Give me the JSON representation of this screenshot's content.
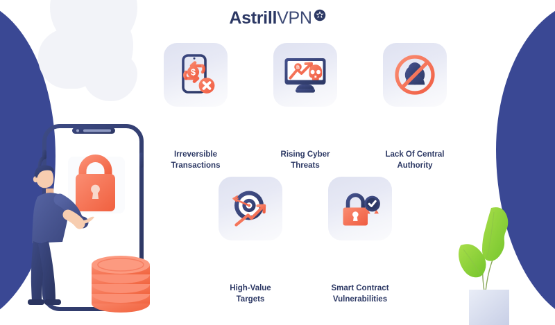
{
  "brand": {
    "name_bold": "Astrill",
    "name_light": "VPN",
    "badge_icon": "star-badge-icon",
    "color_navy": "#2c3864",
    "color_orange": "#f4714f",
    "color_band": "#3a4894"
  },
  "features": [
    {
      "id": "irreversible-transactions",
      "title_line1": "Irreversible",
      "title_line2": "Transactions",
      "icon": "phone-transfer-dollar-error-icon"
    },
    {
      "id": "rising-cyber-threats",
      "title_line1": "Rising Cyber",
      "title_line2": "Threats",
      "icon": "monitor-bitcoin-trend-skull-icon"
    },
    {
      "id": "lack-of-central-authority",
      "title_line1": "Lack Of Central",
      "title_line2": "Authority",
      "icon": "user-prohibited-icon"
    },
    {
      "id": "high-value-targets",
      "title_line1": "High-Value",
      "title_line2": "Targets",
      "icon": "target-arrow-trend-icon"
    },
    {
      "id": "smart-contract-vulnerabilities",
      "title_line1": "Smart Contract",
      "title_line2": "Vulnerabilities",
      "icon": "padlock-verified-badge-icon"
    }
  ],
  "illustration": {
    "hero_icon": "man-phone-padlock-coins-illustration",
    "plant_icon": "potted-plant-icon",
    "background_left_icon": "navy-curve-band-left",
    "background_right_icon": "navy-curve-band-right",
    "background_blob_icon": "light-gray-blob"
  }
}
